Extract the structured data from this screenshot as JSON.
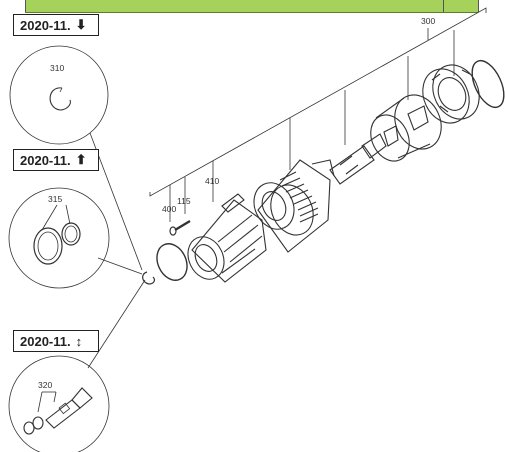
{
  "colors": {
    "accent": "#a6d15b",
    "line": "#333333"
  },
  "date_boxes": [
    {
      "text": "2020-11.",
      "arrow": "⬇",
      "icon": "arrow-down-icon"
    },
    {
      "text": "2020-11.",
      "arrow": "⬆",
      "icon": "arrow-up-icon"
    },
    {
      "text": "2020-11.",
      "arrow": "↕",
      "icon": "arrow-updown-icon"
    }
  ],
  "part_labels": {
    "p300": "300",
    "p310": "310",
    "p315": "315",
    "p320": "320",
    "p400": "400",
    "p115": "115",
    "p410": "410"
  }
}
